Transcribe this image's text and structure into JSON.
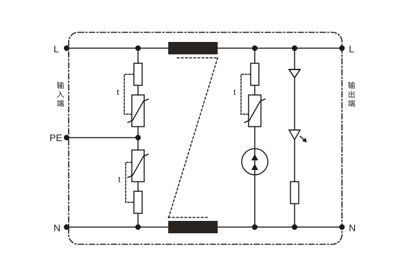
{
  "terminals": {
    "input_live": "L",
    "output_live": "L",
    "input_neutral": "N",
    "output_neutral": "N",
    "protective_earth": "PE"
  },
  "side_labels": {
    "input": "输入端",
    "output": "输出端"
  },
  "thermal_labels": {
    "upper_left": "t",
    "lower_left": "t",
    "right": "t"
  },
  "colors": {
    "line": "#1a1a1a",
    "inductor_fill": "#2a2420"
  }
}
